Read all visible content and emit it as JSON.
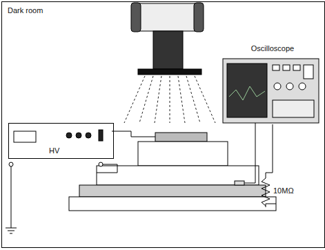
{
  "diagram": {
    "nodes": [
      {
        "text": [
          "Dark room"
        ]
      },
      {
        "text": [
          "HV"
        ],
        "in": 0
      },
      {
        "text": [
          "Oscilloscope"
        ],
        "in": 0
      }
    ],
    "labels": [
      "10MΩ"
    ]
  }
}
